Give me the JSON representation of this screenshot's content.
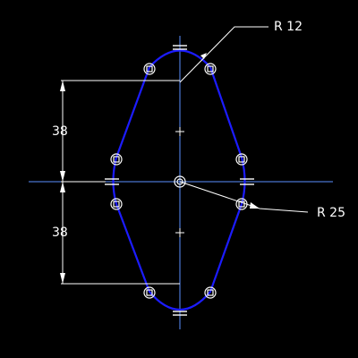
{
  "drawing": {
    "annotations": {
      "top_radius_label": "R 12",
      "mid_radius_label": "R 25",
      "upper_dimension_label": "38",
      "lower_dimension_label": "38"
    },
    "colors": {
      "background": "#000000",
      "profile": "#1c1cff",
      "centerline": "#5a8fff",
      "dimension": "#ffffff",
      "grip": "#ffffff"
    }
  }
}
